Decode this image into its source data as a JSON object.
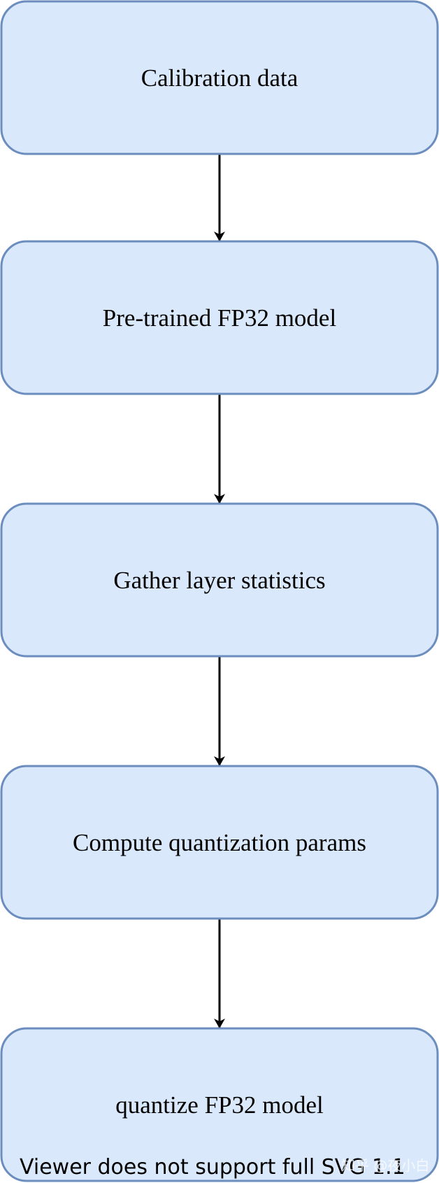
{
  "diagram": {
    "type": "flowchart",
    "direction": "top-to-bottom",
    "colors": {
      "box_fill": "#dae8fc",
      "box_stroke": "#6c8ebf",
      "arrow": "#000000",
      "text": "#000000"
    },
    "nodes": [
      {
        "id": "calibration-data",
        "label": "Calibration data"
      },
      {
        "id": "pretrained-model",
        "label": "Pre-trained FP32 model"
      },
      {
        "id": "gather-stats",
        "label": "Gather layer statistics"
      },
      {
        "id": "compute-params",
        "label": "Compute quantization params"
      },
      {
        "id": "quantize-model",
        "label": "quantize FP32 model"
      }
    ],
    "edges": [
      {
        "from": "calibration-data",
        "to": "pretrained-model"
      },
      {
        "from": "pretrained-model",
        "to": "gather-stats"
      },
      {
        "from": "gather-stats",
        "to": "compute-params"
      },
      {
        "from": "compute-params",
        "to": "quantize-model"
      }
    ]
  },
  "footer": {
    "notice": "Viewer does not support full SVG 1.1",
    "watermark": "知乎 @夜小白"
  }
}
